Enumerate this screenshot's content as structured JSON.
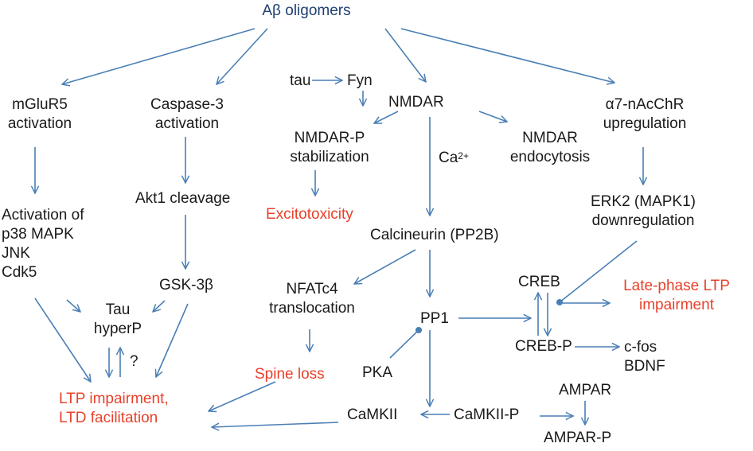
{
  "nodes": {
    "abeta": "Aβ oligomers",
    "mglur5_1": "mGluR5",
    "mglur5_2": "activation",
    "casp_1": "Caspase-3",
    "casp_2": "activation",
    "tau": "tau",
    "fyn": "Fyn",
    "nmdar": "NMDAR",
    "a7_1": "α7-nAcChR",
    "a7_2": "upregulation",
    "nmdarp_1": "NMDAR-P",
    "nmdarp_2": "stabilization",
    "ca": "Ca",
    "ca_sup": "2+",
    "endo_1": "NMDAR",
    "endo_2": "endocytosis",
    "akt1": "Akt1 cleavage",
    "excito": "Excitotoxicity",
    "erk_1": "ERK2 (MAPK1)",
    "erk_2": "downregulation",
    "act_1": "Activation of",
    "act_2": "p38 MAPK",
    "act_3": "JNK",
    "act_4": "Cdk5",
    "calcineurin": "Calcineurin (PP2B)",
    "gsk": "GSK-3β",
    "nfat_1": "NFATc4",
    "nfat_2": "translocation",
    "creb": "CREB",
    "latephase_1": "Late-phase LTP",
    "latephase_2": "impairment",
    "tau_1": "Tau",
    "tau_2": "hyperP",
    "pp1": "PP1",
    "question": "?",
    "crebp": "CREB-P",
    "cfos_1": "c-fos",
    "cfos_2": "BDNF",
    "spine": "Spine loss",
    "pka": "PKA",
    "ltp_1": "LTP impairment,",
    "ltp_2": "LTD facilitation",
    "ampar": "AMPAR",
    "camkii": "CaMKII",
    "camkiip": "CaMKII-P",
    "amparp": "AMPAR-P"
  },
  "colors": {
    "arrow": "#4a7fb5",
    "text": "#1a1a1a",
    "highlight": "#e8412b",
    "title": "#1f3f73"
  }
}
